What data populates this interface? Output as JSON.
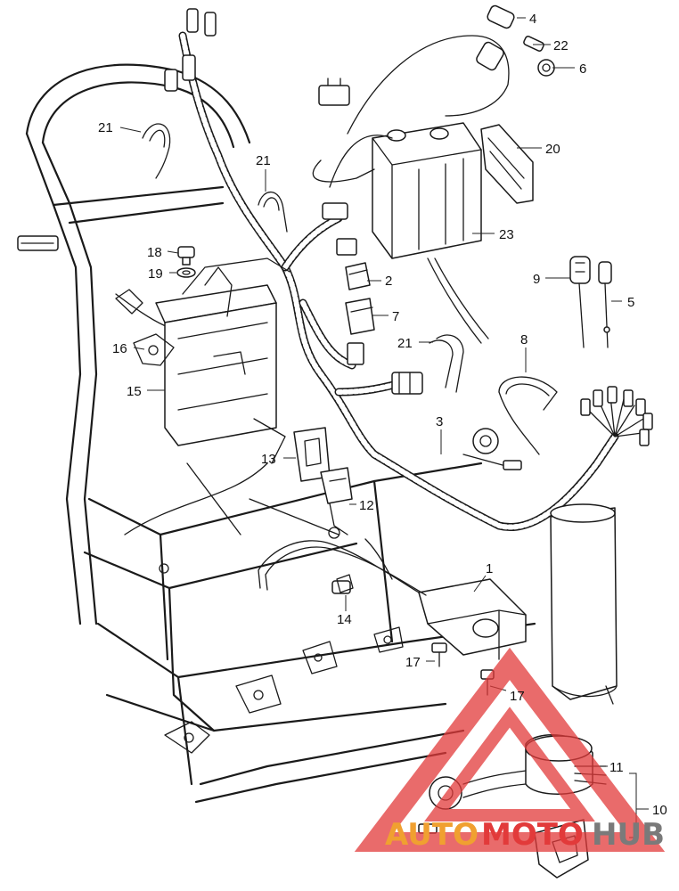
{
  "callouts": [
    {
      "id": "c4",
      "text": "4"
    },
    {
      "id": "c22",
      "text": "22"
    },
    {
      "id": "c6",
      "text": "6"
    },
    {
      "id": "c21a",
      "text": "21"
    },
    {
      "id": "c20",
      "text": "20"
    },
    {
      "id": "c21b",
      "text": "21"
    },
    {
      "id": "c23",
      "text": "23"
    },
    {
      "id": "c18",
      "text": "18"
    },
    {
      "id": "c19",
      "text": "19"
    },
    {
      "id": "c2",
      "text": "2"
    },
    {
      "id": "c9",
      "text": "9"
    },
    {
      "id": "c5",
      "text": "5"
    },
    {
      "id": "c7",
      "text": "7"
    },
    {
      "id": "c16",
      "text": "16"
    },
    {
      "id": "c21c",
      "text": "21"
    },
    {
      "id": "c8",
      "text": "8"
    },
    {
      "id": "c15",
      "text": "15"
    },
    {
      "id": "c3",
      "text": "3"
    },
    {
      "id": "c13",
      "text": "13"
    },
    {
      "id": "c12",
      "text": "12"
    },
    {
      "id": "c1",
      "text": "1"
    },
    {
      "id": "c14",
      "text": "14"
    },
    {
      "id": "c17a",
      "text": "17"
    },
    {
      "id": "c17b",
      "text": "17"
    },
    {
      "id": "c11",
      "text": "11"
    },
    {
      "id": "c10",
      "text": "10"
    }
  ],
  "watermark": {
    "part1": "AUTO",
    "part2": "MOTO",
    "part3": "HUB",
    "color_orange": "#f0a030",
    "color_red": "#e23a3a",
    "color_gray": "#7a7a7a"
  }
}
